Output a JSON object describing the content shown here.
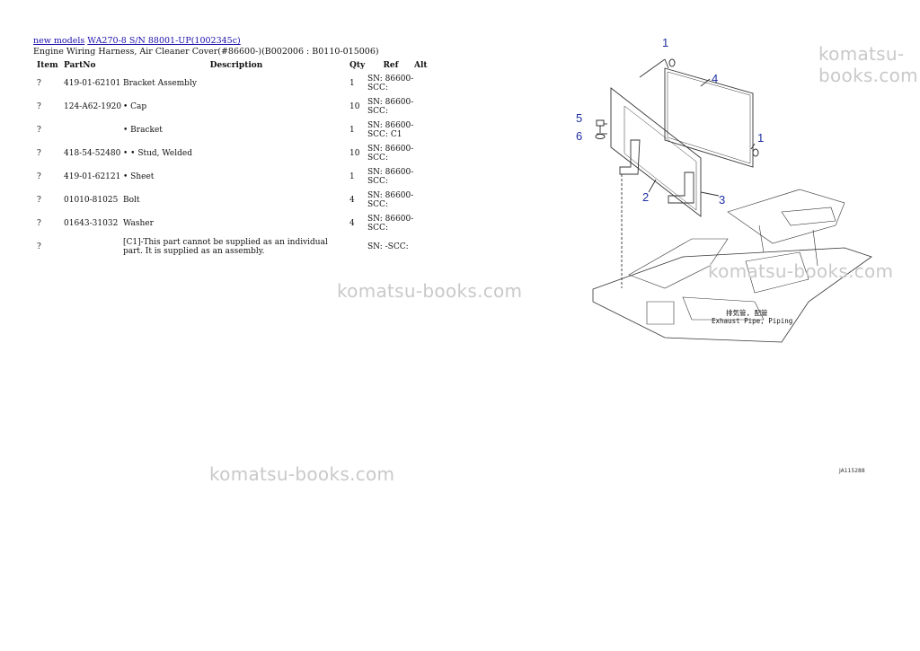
{
  "breadcrumb": {
    "link1": "new models",
    "link2": "WA270-8 S/N 88001-UP(1002345c)"
  },
  "subtitle": "Engine Wiring Harness, Air Cleaner Cover(#86600-)(B002006 : B0110-015006)",
  "table": {
    "headers": {
      "item": "Item",
      "partno": "PartNo",
      "description": "Description",
      "qty": "Qty",
      "ref": "Ref",
      "alt": "Alt"
    },
    "rows": [
      {
        "item": "?",
        "partno": "419-01-62101",
        "description": "Bracket Assembly",
        "qty": "1",
        "ref": "SN: 86600-SCC:"
      },
      {
        "item": "?",
        "partno": "124-A62-1920",
        "description": "• Cap",
        "qty": "10",
        "ref": "SN: 86600-SCC:"
      },
      {
        "item": "?",
        "partno": "",
        "description": "• Bracket",
        "qty": "1",
        "ref": "SN: 86600-SCC: C1"
      },
      {
        "item": "?",
        "partno": "418-54-52480",
        "description": "• • Stud, Welded",
        "qty": "10",
        "ref": "SN: 86600-SCC:"
      },
      {
        "item": "?",
        "partno": "419-01-62121",
        "description": "• Sheet",
        "qty": "1",
        "ref": "SN: 86600-SCC:"
      },
      {
        "item": "?",
        "partno": "01010-81025",
        "description": "Bolt",
        "qty": "4",
        "ref": "SN: 86600-SCC:"
      },
      {
        "item": "?",
        "partno": "01643-31032",
        "description": "Washer",
        "qty": "4",
        "ref": "SN: 86600-SCC:"
      },
      {
        "item": "?",
        "partno": "",
        "description": "[C1]-This part cannot be supplied as an individual part. It is supplied as an assembly.",
        "qty": "",
        "ref": "SN: -SCC:"
      }
    ]
  },
  "watermark": "komatsu-books.com",
  "diagram": {
    "callouts": [
      "1",
      "4",
      "1",
      "5",
      "6",
      "2",
      "3"
    ],
    "caption_jp": "排気管, 配管",
    "caption_en": "Exhaust Pipe, Piping",
    "code": "JA115288"
  },
  "colors": {
    "link": "#1a0dab",
    "callout": "#1f2fa0",
    "watermark": "#c9c9c9"
  }
}
